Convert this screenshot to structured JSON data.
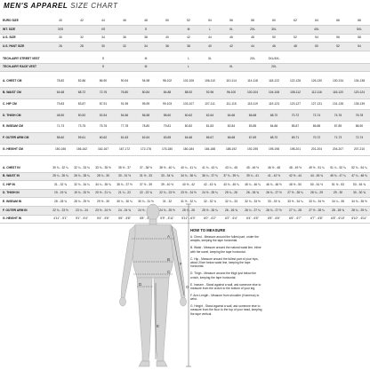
{
  "title": {
    "bold": "MEN'S APPAREL",
    "thin": "SIZE CHART"
  },
  "table_sizes": {
    "rows": [
      {
        "label": "EURO SIZE",
        "cells": [
          "40",
          "42",
          "44",
          "46",
          "48",
          "50",
          "52",
          "54",
          "56",
          "58",
          "60",
          "62",
          "64",
          "66",
          "68"
        ],
        "shade": false
      },
      {
        "label": "INT. SIZE",
        "cells": [
          "3XS",
          "",
          "XS",
          "",
          "S",
          "",
          "M",
          "L",
          "XL",
          "2XL",
          "3XL",
          "",
          "4XL",
          "",
          "5XL"
        ],
        "shade": true
      },
      {
        "label": "U.S. SIZE",
        "cells": [
          "30",
          "32",
          "34",
          "36",
          "38",
          "40",
          "42",
          "44",
          "46",
          "48",
          "50",
          "52",
          "54",
          "56",
          "58"
        ],
        "shade": false
      },
      {
        "label": "U.S. PANT SIZE",
        "cells": [
          "26",
          "28",
          "30",
          "32",
          "34",
          "36",
          "38",
          "40",
          "42",
          "44",
          "46",
          "48",
          "50",
          "52",
          "54"
        ],
        "shade": true
      }
    ]
  },
  "table_vests": {
    "rows": [
      {
        "label": "TECH-AIR® STREET VEST",
        "cells": [
          "",
          "",
          "S",
          "",
          "M",
          "",
          "L",
          "XL",
          "",
          "2XL",
          "3XL/4XL",
          "",
          "",
          "",
          ""
        ],
        "shade": false
      },
      {
        "label": "TECH-AIR® RACE VEST",
        "cells": [
          "",
          "",
          "S",
          "",
          "M",
          "",
          "L",
          "",
          "XL",
          "",
          "2XL",
          "",
          "",
          "",
          ""
        ],
        "shade": true
      }
    ]
  },
  "table_cm": {
    "rows": [
      {
        "label": "A. CHEST CM",
        "cells": [
          "78-82",
          "82-86",
          "86-90",
          "90-94",
          "94-98",
          "98-102",
          "102-106",
          "106-110",
          "110-114",
          "114-118",
          "118-122",
          "122-126",
          "126-130",
          "130-134",
          "134-138"
        ],
        "shade": false
      },
      {
        "label": "B. WAIST CM",
        "cells": [
          "64-68",
          "68-72",
          "72-76",
          "76-80",
          "80-84",
          "84-88",
          "88-92",
          "92-96",
          "96-100",
          "100-104",
          "104-108",
          "108-112",
          "112-116",
          "116-120",
          "120-124"
        ],
        "shade": true
      },
      {
        "label": "C. HIP CM",
        "cells": [
          "79-83",
          "83-87",
          "87-91",
          "91-95",
          "95-99",
          "99-103",
          "103-107",
          "107-111",
          "111-115",
          "115-119",
          "119-123",
          "123-127",
          "127-131",
          "131-135",
          "135-139"
        ],
        "shade": false
      },
      {
        "label": "D. THIGH CM",
        "cells": [
          "48-50",
          "50-52",
          "52-54",
          "54-56",
          "56-58",
          "58-60",
          "60-62",
          "62-64",
          "64-66",
          "66-68",
          "68-70",
          "70-72",
          "72-74",
          "74-76",
          "76-78"
        ],
        "shade": true
      },
      {
        "label": "E. INSEAM CM",
        "cells": [
          "71-73",
          "73-75",
          "75-76",
          "77-78",
          "78-80",
          "79-81",
          "80-82",
          "81-83",
          "82-84",
          "83-85",
          "84-86",
          "85-87",
          "86-88",
          "87-89",
          "88-90"
        ],
        "shade": false
      },
      {
        "label": "F. OUTER ARM CM",
        "cells": [
          "58-60",
          "59-61",
          "60-62",
          "61-63",
          "62-64",
          "63-65",
          "64-66",
          "65-67",
          "66-68",
          "67-69",
          "68-70",
          "69-71",
          "70-72",
          "71-73",
          "72-74"
        ],
        "shade": true
      },
      {
        "label": "G. HEIGHT CM",
        "cells": [
          "150-156",
          "156-162",
          "162-167",
          "167-172",
          "172-176",
          "176-180",
          "180-184",
          "184-188",
          "188-192",
          "192-195",
          "195-198",
          "198-201",
          "201-204",
          "204-207",
          "207-210"
        ],
        "shade": false
      }
    ]
  },
  "table_in": {
    "rows": [
      {
        "label": "A. CHEST IN",
        "cells": [
          "30 ¾ - 32 ¼",
          "32 ¼ - 33 ¾",
          "33 ¾ - 35 ½",
          "35 ½ - 37",
          "37 - 38 ½",
          "38 ½ - 40 ¼",
          "40 ¼ - 41 ¾",
          "41 ¾ - 43 ¼",
          "43 ¼ - 45",
          "45 - 46 ½",
          "46 ½ - 48",
          "48 - 49 ½",
          "49 ½ - 51 ¼",
          "51 ¼ - 52 ¾",
          "52 ¾ - 54 ¼"
        ],
        "shade": false
      },
      {
        "label": "B. WAIST IN",
        "cells": [
          "25 ¼ - 26 ¾",
          "26 ¾ - 28 ¼",
          "28 ¼ - 30",
          "30 - 31 ½",
          "31 ½ - 33",
          "33 - 34 ¾",
          "34 ¾ - 36 ¼",
          "36 ¼ - 37 ¾",
          "37 ¾ - 39 ¼",
          "39 ¼ - 41",
          "41 - 42 ½",
          "42 ½ - 44",
          "44 - 45 ¾",
          "45 ¾ - 47 ¼",
          "47 ¼ - 48 ¾"
        ],
        "shade": true
      },
      {
        "label": "C. HIP IN",
        "cells": [
          "31 - 32 ¾",
          "32 ¾ - 34 ¼",
          "34 ¼ - 35 ¾",
          "35 ¾ - 37 ½",
          "37 ½ - 39",
          "39 - 40 ½",
          "40 ½ - 42",
          "42 - 43 ¾",
          "43 ¾ - 45 ¼",
          "45 ¼ - 46 ¾",
          "46 ¾ - 48 ½",
          "48 ½ - 50",
          "50 - 51 ½",
          "51 ½ - 53",
          "53 - 54 ¾"
        ],
        "shade": false
      },
      {
        "label": "D. THIGH IN",
        "cells": [
          "19 - 19 ¾",
          "19 ¾ - 20 ½",
          "20 ½ - 21 ¼",
          "21 ¼ - 22",
          "22 - 22 ¾",
          "22 ¾ - 23 ½",
          "23 ½ - 24 ½",
          "24 ½ - 25 ¼",
          "25 ¼ - 26",
          "26 - 26 ¾",
          "26 ¾ - 27 ½",
          "27 ½ - 28 ¼",
          "28 ¼ - 29",
          "29 - 30",
          "30 - 30 ¾"
        ],
        "shade": true
      },
      {
        "label": "E. INSEAM IN",
        "cells": [
          "28 - 28 ¾",
          "28 ¾ - 29 ½",
          "29 ½ - 30",
          "30 ¼ - 30 ¾",
          "30 ¾ - 31 ½",
          "31 - 32",
          "31 ½ - 32 ¼",
          "32 - 32 ¾",
          "32 ¼ - 33",
          "32 ¾ - 33 ½",
          "33 - 33 ¾",
          "33 ½ - 34 ¼",
          "33 ¾ - 34 ½",
          "34 ¼ - 35",
          "34 ¾ - 35 ½"
        ],
        "shade": false
      },
      {
        "label": "F. OUTER ARM IN",
        "cells": [
          "22 ¾ - 23 ½",
          "23 ¼ - 24",
          "23 ½ - 24 ½",
          "24 - 24 ¾",
          "24 ½ - 25 ¼",
          "24 ¾ - 25 ½",
          "25 ¼ - 26",
          "25 ½ - 26 ¼",
          "26 - 26 ¾",
          "26 ¼ - 27 ¼",
          "26 ¾ - 27 ½",
          "27 ¼ - 28",
          "27 ½ - 28 ¼",
          "28 - 28 ¾",
          "28 ¼ - 29 ¼"
        ],
        "shade": true
      },
      {
        "label": "G. HEIGHT IN",
        "cells": [
          "4'11\" - 5'1\"",
          "5'1\" - 5'4\"",
          "5'4\" - 5'6\"",
          "5'6\" - 5'8\"",
          "5'8\" - 5'9\"",
          "5'9\" - 5'11\"",
          "5'11\" - 6'0\"",
          "6'0\" - 6'2\"",
          "6'2\" - 6'4\"",
          "6'4\" - 6'5\"",
          "6'5\" - 6'6\"",
          "6'6\" - 6'7\"",
          "6'7\" - 6'8\"",
          "6'8\" - 6'10\"",
          "6'10\" - 6'11\""
        ],
        "shade": false
      }
    ]
  },
  "figure": {
    "markers": {
      "a": "A",
      "b": "B",
      "c": "C",
      "d": "D",
      "e": "E",
      "f": "F",
      "g": "G"
    },
    "colors": {
      "body": "#d4d4d4",
      "body_stroke": "#a8a8a8",
      "lines": "#555555"
    }
  },
  "how_to_measure": {
    "title": "HOW TO MEASURE",
    "items": [
      "A. Chest - Measure around the fullest part, under the armpits, keeping the tape horizontal.",
      "B. Waist - Measure around the natural waist line, inline with the navel, keeping the tape horizontal.",
      "C. Hip - Measure around the fullest part of your hips, about 20cm below waist line, keeping the tape horizontal.",
      "D. Thigh - Measure around the thigh just below the crotch, keeping the tape horizontal.",
      "E. Inseam - Stand against a wall, ask someone else to measure from the crotch to the bottom of your leg.",
      "F. Arm Length - Measure from shoulder (Humerus) to wrist.",
      "G. Height - Stand against a wall, ask someone else to measure from the floor to the top of your head, keeping the tape vertical."
    ]
  }
}
